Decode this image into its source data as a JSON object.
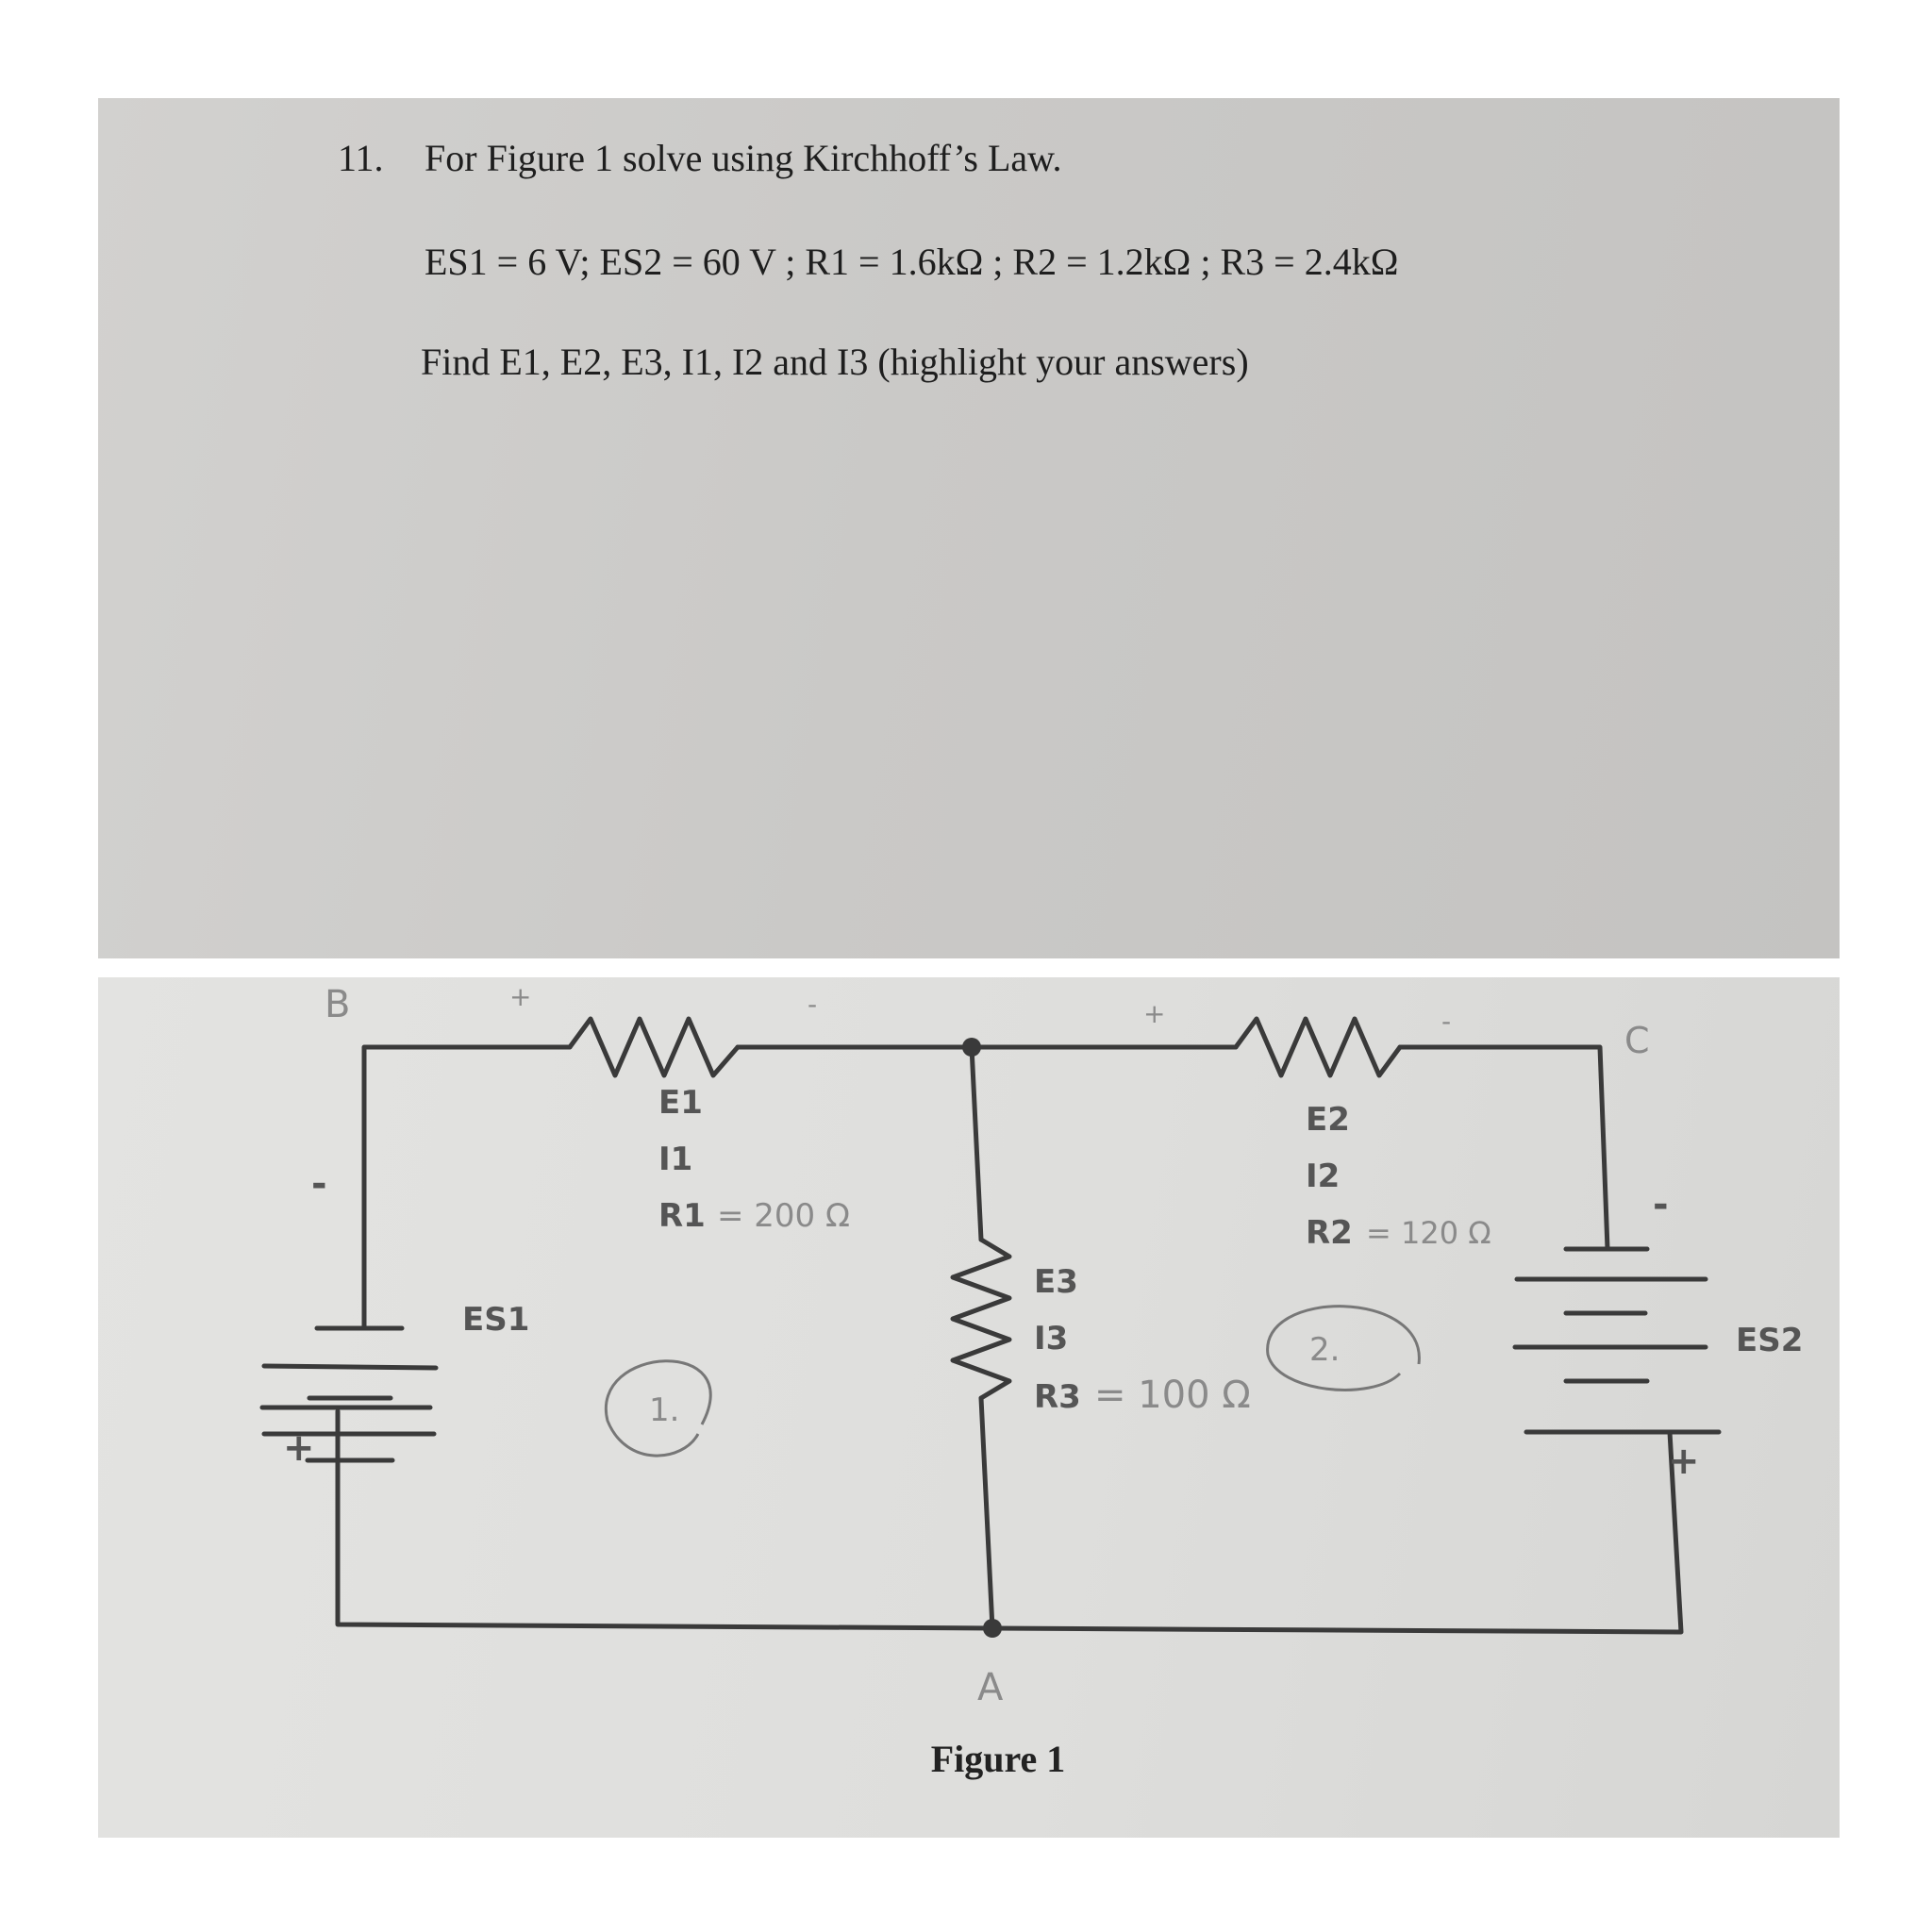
{
  "question": {
    "number": "11.",
    "title": "For Figure 1 solve using Kirchhoff’s Law.",
    "values": "ES1 = 6 V; ES2 = 60 V ; R1 = 1.6kΩ ; R2 = 1.2kΩ ; R3 = 2.4kΩ",
    "task": "Find E1, E2, E3, I1, I2 and I3  (highlight your answers)"
  },
  "circuit": {
    "branch1": {
      "e": "E1",
      "i": "I1",
      "r": "R1",
      "r_note": "= 200 Ω"
    },
    "branch2": {
      "e": "E2",
      "i": "I2",
      "r": "R2",
      "r_note": "= 120 Ω"
    },
    "branch3": {
      "e": "E3",
      "i": "I3",
      "r": "R3",
      "r_note": "= 100 Ω"
    },
    "source1": {
      "label": "ES1",
      "neg": "-",
      "pos": "+"
    },
    "source2": {
      "label": "ES2",
      "neg": "-",
      "pos": "+"
    },
    "nodes": {
      "b": "B",
      "c": "C",
      "a": "A"
    },
    "loops": {
      "loop1": "1.",
      "loop2": "2."
    },
    "r1_polarity": {
      "left": "+",
      "right": "-"
    },
    "r2_polarity": {
      "left": "+",
      "right": "-"
    },
    "caption": "Figure 1"
  }
}
